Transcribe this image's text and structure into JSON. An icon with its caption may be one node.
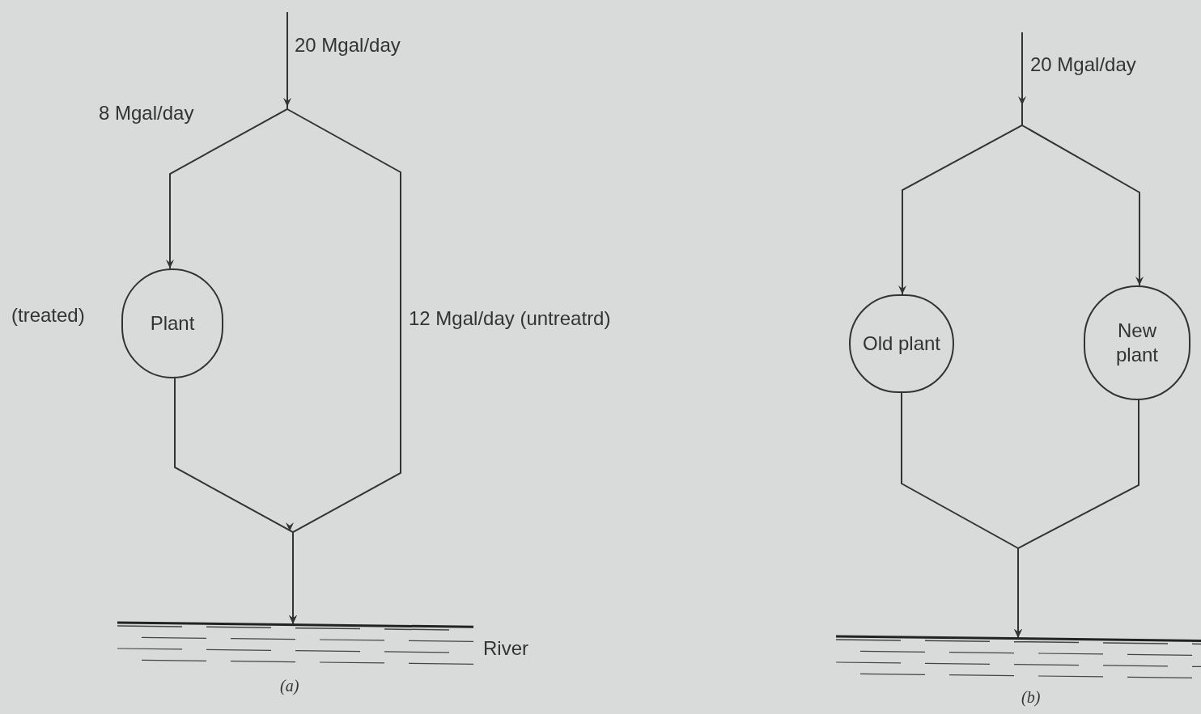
{
  "diagram": {
    "nodes": [
      {
        "text": [
          "Plant"
        ],
        "beside": [
          "(treated)"
        ]
      },
      {
        "text": [
          "Old plant"
        ]
      },
      {
        "text": [
          "New plant"
        ]
      },
      {
        "text": [
          "River"
        ]
      },
      {
        "text": [],
        "shape": "river"
      }
    ],
    "edges": [
      {
        "from": null,
        "to": 0,
        "arrow": "to",
        "label": "8 Mgal/day"
      },
      {
        "from": null,
        "to": 3,
        "arrow": "to",
        "label": "12 Mgal/day (untreatrd)"
      },
      {
        "from": 0,
        "to": 3,
        "arrow": "to"
      },
      {
        "from": null,
        "to": 1,
        "arrow": "to"
      },
      {
        "from": null,
        "to": 2,
        "arrow": "to"
      },
      {
        "from": 1,
        "to": 4,
        "arrow": "to"
      },
      {
        "from": 2,
        "to": 4,
        "arrow": "to"
      }
    ],
    "labels": [
      "20 Mgal/day",
      "20 Mgal/day",
      "(a)",
      "(b)"
    ]
  }
}
